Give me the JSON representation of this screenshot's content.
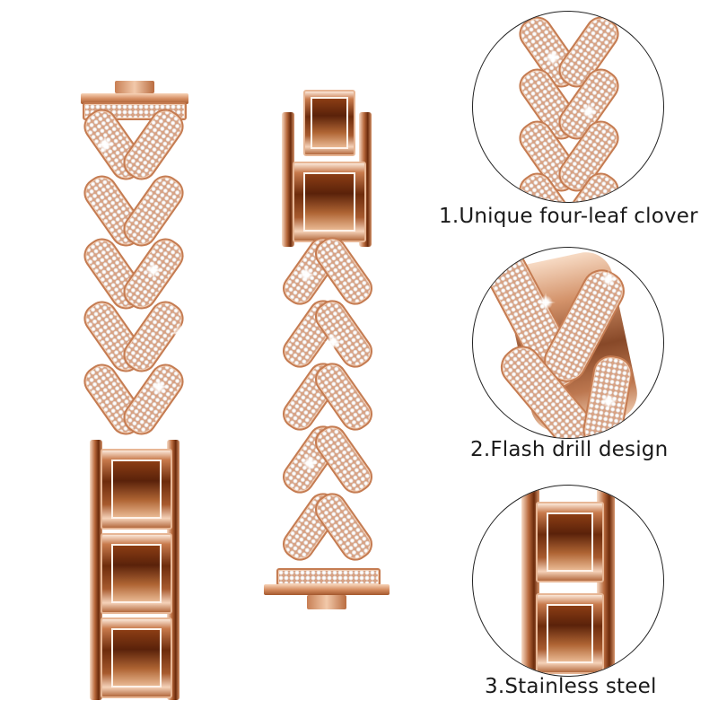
{
  "product": {
    "name": "Rose gold rhinestone watch band",
    "color_primary": "#c87a4c",
    "color_dark": "#6e2c0c",
    "color_highlight": "#f6d6bd"
  },
  "bands": [
    {
      "id": "left-band",
      "orientation": "adapter-top",
      "crystal_links": 5,
      "steel_links": 3
    },
    {
      "id": "middle-band",
      "orientation": "adapter-bottom",
      "crystal_links": 5,
      "steel_links": 2
    }
  ],
  "features": [
    {
      "index": 1,
      "label": "1.Unique four-leaf clover",
      "detail": "crystal-v-links"
    },
    {
      "index": 2,
      "label": "2.Flash drill design",
      "detail": "crystal-closeup"
    },
    {
      "index": 3,
      "label": "3.Stainless steel",
      "detail": "steel-links"
    }
  ]
}
